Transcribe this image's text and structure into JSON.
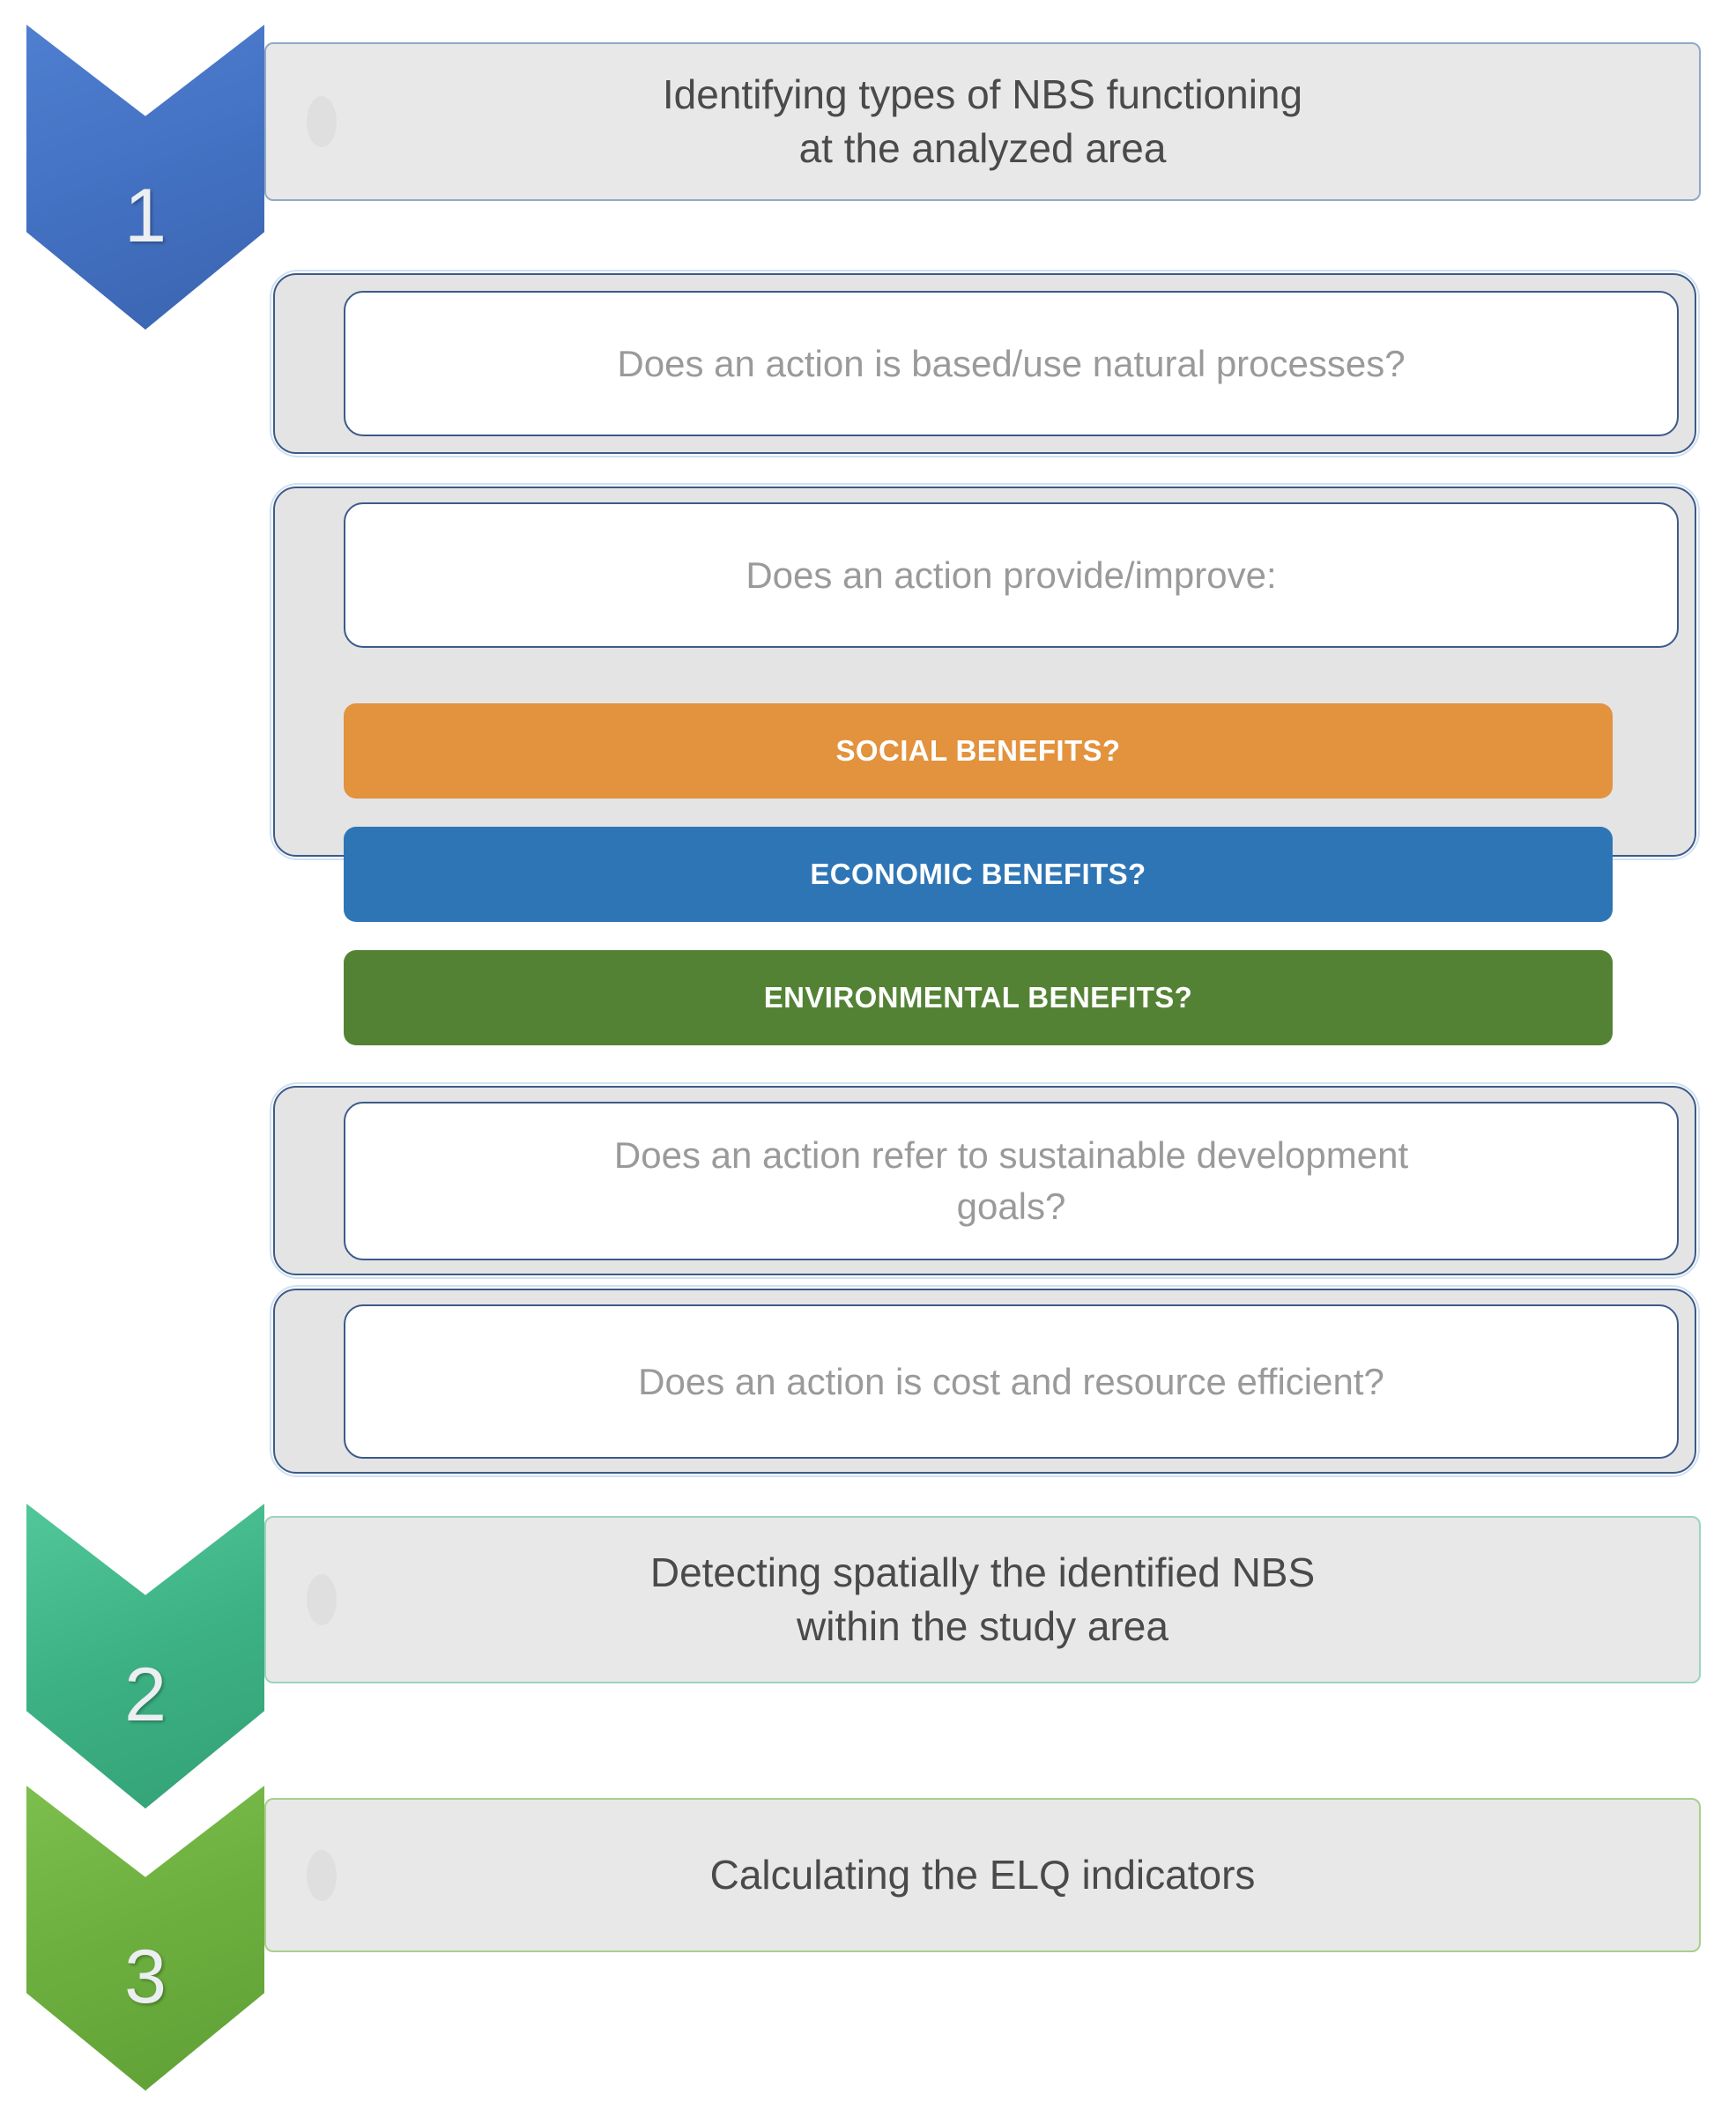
{
  "diagram": {
    "title": "NBS identification and ELQ indicator workflow",
    "colors": {
      "step1_chevron": "#4472C4",
      "step2_chevron": "#3CB183",
      "step3_chevron": "#6CAF3F",
      "social_bar": "#E3923E",
      "economic_bar": "#2E75B6",
      "environmental_bar": "#548235",
      "banner_fill": "#E8E8E8",
      "question_group_fill": "#E4E4E4",
      "question_card_fill": "#FFFFFF",
      "question_text": "#9A9A9A",
      "banner_text": "#4A4A4A"
    }
  },
  "steps": [
    {
      "number": "1",
      "icon": "chevron-down-icon",
      "banner": "Identifying types of NBS functioning\nat the analyzed area"
    },
    {
      "number": "2",
      "icon": "chevron-down-icon",
      "banner": "Detecting spatially the identified NBS\nwithin the study area"
    },
    {
      "number": "3",
      "icon": "chevron-down-icon",
      "banner": "Calculating the ELQ indicators"
    }
  ],
  "questions": [
    {
      "text": "Does an action is based/use natural processes?"
    },
    {
      "text": "Does an action provide/improve:"
    },
    {
      "text": "Does an action refer to sustainable development\ngoals?"
    },
    {
      "text": "Does an action is cost and resource efficient?"
    }
  ],
  "benefits": [
    {
      "label": "SOCIAL BENEFITS?",
      "color": "#E3923E"
    },
    {
      "label": "ECONOMIC BENEFITS?",
      "color": "#2E75B6"
    },
    {
      "label": "ENVIRONMENTAL BENEFITS?",
      "color": "#548235"
    }
  ]
}
